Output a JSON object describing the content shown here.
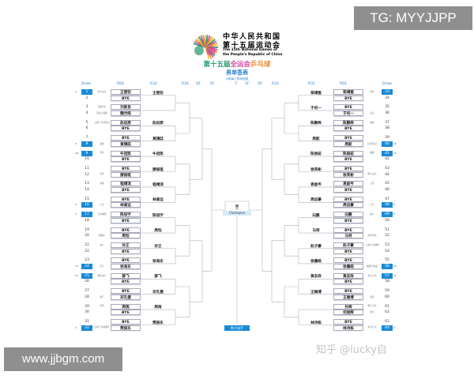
{
  "header": {
    "logo_line1": "中华人民共和国",
    "logo_line2": "第十五届运动会",
    "logo_en1": "The 15th National Games of",
    "logo_en2": "the People's Republic of China",
    "event_title": {
      "part1": "第十五届",
      "part2": "全运会",
      "part3": "乒乓球"
    },
    "subtitle": "男单签表",
    "note": "※表每个的特别提"
  },
  "columns": {
    "left": [
      "Draw",
      "R64",
      "R32",
      "R16",
      "QF",
      "SF"
    ],
    "final": "F",
    "right": [
      "SF",
      "QF",
      "R16",
      "R32",
      "R64",
      "Draw"
    ]
  },
  "colors": {
    "seed": "#1a8ad8",
    "line": "#aab4c0",
    "title_green": "#1e9a6a",
    "title_pink": "#d64aa0",
    "title_orange": "#e8892a",
    "accent": "#2a7fd0"
  },
  "left": {
    "draws": [
      {
        "n": "1",
        "seed": "1",
        "name": "王楚钦",
        "club": "北京/山东"
      },
      {
        "n": "2",
        "name": "BYE"
      },
      {
        "n": "3",
        "name": "刘家良",
        "club": "深圳大学"
      },
      {
        "n": "4",
        "name": "魏世皓",
        "club": "黑龙江/湖南"
      },
      {
        "n": "5",
        "name": "赵初原",
        "club": "上海/广东/黑龙江"
      },
      {
        "n": "6",
        "name": "BYE"
      },
      {
        "n": "7",
        "name": "BYE"
      },
      {
        "n": "8",
        "seed": "5",
        "name": "黄镇廷",
        "club": "香港"
      },
      {
        "n": "9",
        "seed": "16",
        "name": "牛冠凯",
        "club": "河北"
      },
      {
        "n": "10",
        "name": "BYE"
      },
      {
        "n": "11",
        "name": "BYE"
      },
      {
        "n": "12",
        "name": "廖振珽",
        "club": "台湾"
      },
      {
        "n": "13",
        "name": "程靖淇",
        "club": "香港"
      },
      {
        "n": "14",
        "name": "BYE"
      },
      {
        "n": "15",
        "name": "BYE"
      },
      {
        "n": "16",
        "seed": "4",
        "name": "林高远",
        "club": "广东"
      },
      {
        "n": "17",
        "seed": "3",
        "name": "陈垣宇",
        "club": "上海/湖南"
      },
      {
        "n": "18",
        "name": "BYE"
      },
      {
        "n": "19",
        "name": "BYE"
      },
      {
        "n": "20",
        "name": "周恺",
        "club": "解放军"
      },
      {
        "n": "21",
        "name": "孙正",
        "club": "四川"
      },
      {
        "n": "22",
        "name": "BYE"
      },
      {
        "n": "23",
        "name": "BYE"
      },
      {
        "n": "24",
        "seed": "13",
        "name": "徐海东",
        "club": "辽宁"
      },
      {
        "n": "25",
        "seed": "15",
        "name": "薛飞",
        "club": "湖北/北京"
      },
      {
        "n": "26",
        "name": "BYE"
      },
      {
        "n": "27",
        "name": "BYE"
      },
      {
        "n": "28",
        "name": "邓孔健",
        "club": "澳门"
      },
      {
        "n": "29",
        "name": "周雨",
        "club": "天津"
      },
      {
        "n": "30",
        "name": "BYE"
      },
      {
        "n": "31",
        "name": "BYE"
      },
      {
        "n": "32",
        "seed": "2",
        "name": "樊振东",
        "club": "上海/广东/解放军"
      }
    ],
    "r32": [
      "王楚钦",
      "",
      "赵初原",
      "黄镇廷",
      "牛冠凯",
      "廖振珽",
      "程靖淇",
      "林高远",
      "陈垣宇",
      "周恺",
      "孙正",
      "徐海东",
      "薛飞",
      "邓孔健",
      "周雨",
      "樊振东"
    ]
  },
  "right": {
    "draws": [
      {
        "n": "33",
        "seed": "7",
        "name": "梁靖崑",
        "club": "河北"
      },
      {
        "n": "34",
        "name": "BYE"
      },
      {
        "n": "35",
        "name": "BYE"
      },
      {
        "n": "36",
        "name": "于何一",
        "club": "山东"
      },
      {
        "n": "37",
        "name": "陈颢桦",
        "club": "福建"
      },
      {
        "n": "38",
        "name": "BYE"
      },
      {
        "n": "39",
        "name": "BYE"
      },
      {
        "n": "40",
        "seed": "10",
        "name": "周航",
        "club": "上海/黑龙江"
      },
      {
        "n": "41",
        "seed": "12",
        "name": "陈俊菘",
        "club": "福建"
      },
      {
        "n": "42",
        "name": "BYE"
      },
      {
        "n": "43",
        "name": "BYE"
      },
      {
        "n": "44",
        "name": "徐英彬",
        "club": "浙江/山东"
      },
      {
        "n": "45",
        "name": "袁励岑",
        "club": "江苏"
      },
      {
        "n": "46",
        "name": "BYE"
      },
      {
        "n": "47",
        "name": "BYE"
      },
      {
        "n": "48",
        "seed": "8",
        "name": "周启豪",
        "club": "广东"
      },
      {
        "n": "49",
        "seed": "6",
        "name": "向鹏",
        "club": "四川"
      },
      {
        "n": "50",
        "name": "BYE"
      },
      {
        "n": "51",
        "name": "BYE"
      },
      {
        "n": "52",
        "name": "马特",
        "club": "天津/河北"
      },
      {
        "n": "53",
        "name": "赵子豪",
        "club": "上海/广东/湖南"
      },
      {
        "n": "54",
        "name": "BYE"
      },
      {
        "n": "55",
        "name": "BYE"
      },
      {
        "n": "56",
        "seed": "14",
        "name": "徐晨皓",
        "club": "解放军/湖北"
      },
      {
        "n": "57",
        "seed": "11",
        "name": "黄友政",
        "club": "北京/上海"
      },
      {
        "n": "58",
        "name": "BYE"
      },
      {
        "n": "59",
        "name": "BYE"
      },
      {
        "n": "60",
        "name": "王翰博",
        "club": "山西"
      },
      {
        "n": "61",
        "name": "孙闻",
        "club": "浙江/江苏"
      },
      {
        "n": "62",
        "name": "何俊辉",
        "club": "澳门"
      },
      {
        "n": "63",
        "name": "BYE"
      },
      {
        "n": "64",
        "seed": "3",
        "name": "林诗栋",
        "club": "北京/广东"
      }
    ],
    "r32": [
      "梁靖崑",
      "于何一",
      "陈颢桦",
      "周航",
      "陈俊菘",
      "徐英彬",
      "袁励岑",
      "周启豪",
      "向鹏",
      "马特",
      "赵子豪",
      "徐晨皓",
      "黄友政",
      "王翰博",
      "",
      "林诗栋"
    ]
  },
  "center": {
    "trophy_icon": "trophy-icon",
    "champion_label": "Champion",
    "legend_button": "种子选手"
  },
  "watermarks": {
    "top_right": "TG: MYYJJPP",
    "bottom_left": "www.jjbgm.com",
    "overlay": "知乎 @lucky自"
  }
}
